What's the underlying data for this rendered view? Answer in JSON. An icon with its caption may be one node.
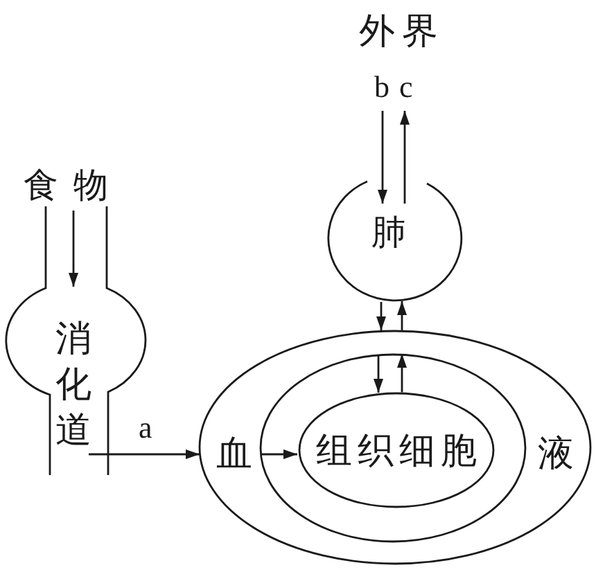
{
  "diagram": {
    "nodes": [
      {
        "text": [
          "外界"
        ]
      },
      {
        "text": [
          "食物"
        ]
      },
      {
        "text": [
          "消化道"
        ]
      },
      {
        "text": [
          "肺"
        ]
      },
      {
        "text": [
          "血",
          "液"
        ]
      },
      {
        "text": [],
        "shape": "ellipse",
        "in": 4
      },
      {
        "text": [
          "组织细胞"
        ],
        "in": 5
      }
    ],
    "edges": [
      {
        "from": 1,
        "to": 2,
        "arrow": "to"
      },
      {
        "from": 2,
        "to": 4,
        "arrow": "to",
        "label": "a"
      },
      {
        "from": 0,
        "to": 3,
        "arrow": "to",
        "label": "b"
      },
      {
        "from": 3,
        "to": 0,
        "arrow": "to",
        "label": "c"
      },
      {
        "from": 3,
        "to": 4,
        "arrow": "to"
      },
      {
        "from": 4,
        "to": 3,
        "arrow": "to"
      },
      {
        "from": 5,
        "to": 6,
        "arrow": "to"
      },
      {
        "from": 6,
        "to": 5,
        "arrow": "to"
      },
      {
        "from": 5,
        "to": 6,
        "arrow": "to"
      }
    ]
  }
}
